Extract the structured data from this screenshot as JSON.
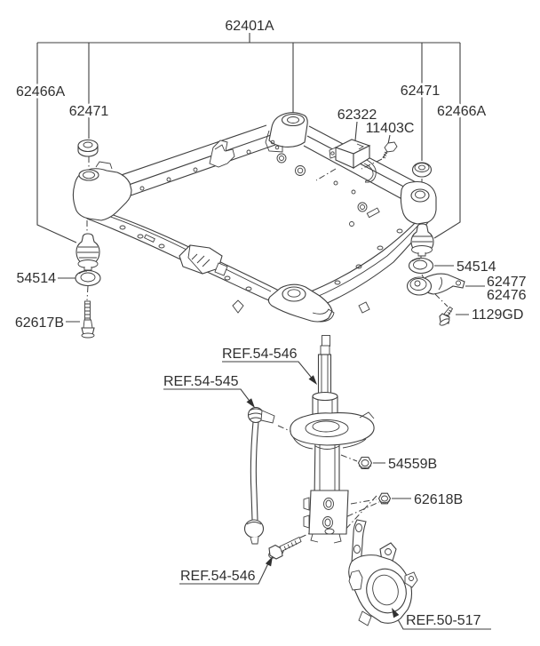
{
  "diagram": {
    "colors": {
      "background": "#ffffff",
      "line": "#3f3f3f",
      "text": "#2f2f2f"
    },
    "labels": {
      "crossmember_assy": "62401A",
      "insulator_left": "62466A",
      "washer_upper_left": "62471",
      "washer_upper_right": "62471",
      "insulator_right": "62466A",
      "damper_bracket": "62322",
      "damper_bolt": "11403C",
      "washer_lower_left": "54514",
      "bolt_left": "62617B",
      "washer_lower_right": "54514",
      "stay_upper": "62477",
      "stay_lower": "62476",
      "stay_bolt": "1129GD",
      "ref_strut": "REF.54-546",
      "ref_stab_link": "REF.54-545",
      "nut_upper": "54559B",
      "nut_lower": "62618B",
      "ref_strut_bolt": "REF.54-546",
      "ref_knuckle": "REF.50-517"
    }
  }
}
